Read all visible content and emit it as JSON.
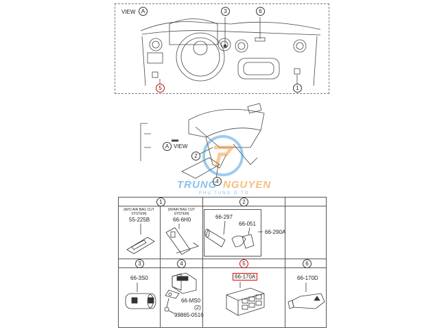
{
  "view_panel": {
    "title": "VIEW",
    "view_letter": "A",
    "callouts": [
      "3",
      "6",
      "5",
      "1"
    ],
    "highlighted_callout": "5"
  },
  "assembly": {
    "view_label": "VIEW",
    "view_letter": "A",
    "callouts": [
      "2",
      "4"
    ]
  },
  "watermark": {
    "brand_part1": "TRUNG",
    "brand_part2": "NGUYEN",
    "tagline": "PHỤ TÙNG Ô TÔ"
  },
  "parts_table": {
    "row1": [
      {
        "callout": "1",
        "sub": [
          {
            "condition": "(W/O AIR BAG CUT SYSTEM)",
            "part": "55-225B"
          },
          {
            "condition": "(W/AIR BAG CUT SYSTEM)",
            "part": "66-6H0"
          }
        ]
      },
      {
        "callout": "2",
        "parts": [
          "66-297",
          "66-051"
        ],
        "assembly_part": "66-290A"
      }
    ],
    "row2": [
      {
        "callout": "3",
        "part": "66-3S0"
      },
      {
        "callout": "4",
        "part": "66-MS0",
        "bolt": "99865-0516",
        "qty": "(2)"
      },
      {
        "callout": "5",
        "part": "66-170A",
        "highlighted": true
      },
      {
        "callout": "6",
        "part": "66-170D"
      }
    ]
  },
  "colors": {
    "highlight": "#dd0000",
    "watermark": "#2d8fd8"
  }
}
